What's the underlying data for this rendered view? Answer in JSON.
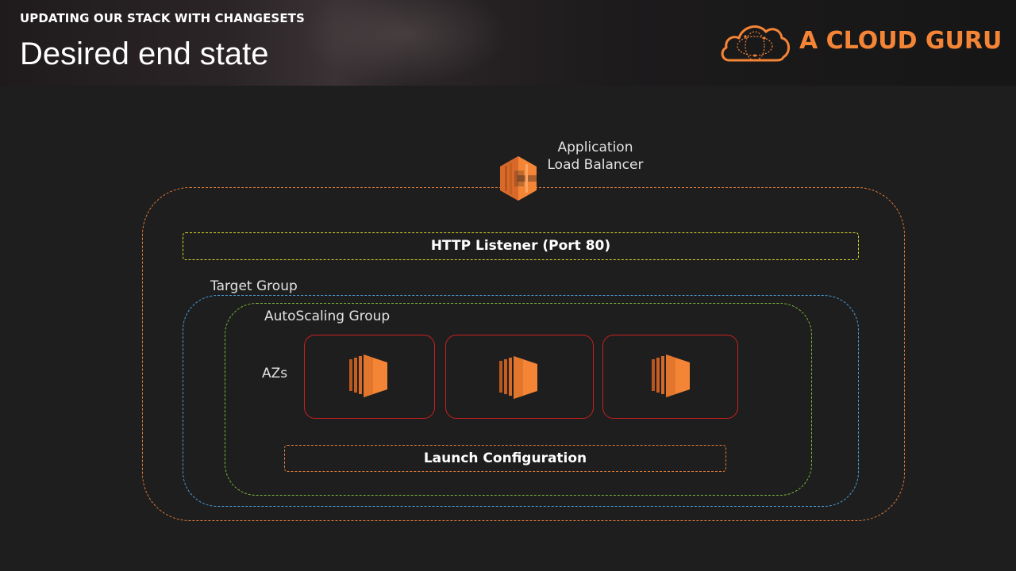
{
  "header": {
    "section_label": "UPDATING OUR STACK WITH CHANGESETS",
    "title": "Desired end state"
  },
  "logo": {
    "text": "A CLOUD GURU",
    "icon": "cloud-icon",
    "color": "#f58536"
  },
  "diagram": {
    "load_balancer": {
      "label_line1": "Application",
      "label_line2": "Load Balancer",
      "icon": "elastic-load-balancing-icon"
    },
    "listener": {
      "label": "HTTP Listener (Port 80)",
      "border_color": "#d9d92a"
    },
    "target_group": {
      "label": "Target Group",
      "border_color": "#4a9fd9"
    },
    "autoscaling_group": {
      "label": "AutoScaling Group",
      "border_color": "#7db83a"
    },
    "azs": {
      "label": "AZs",
      "border_color": "#c8201f",
      "items": [
        {
          "icon": "ec2-instance-icon"
        },
        {
          "icon": "ec2-instance-icon"
        },
        {
          "icon": "ec2-instance-icon"
        }
      ]
    },
    "launch_configuration": {
      "label": "Launch Configuration",
      "border_color": "#e07b39"
    },
    "outer_border_color": "#e07b39",
    "accent_color": "#f58536"
  }
}
